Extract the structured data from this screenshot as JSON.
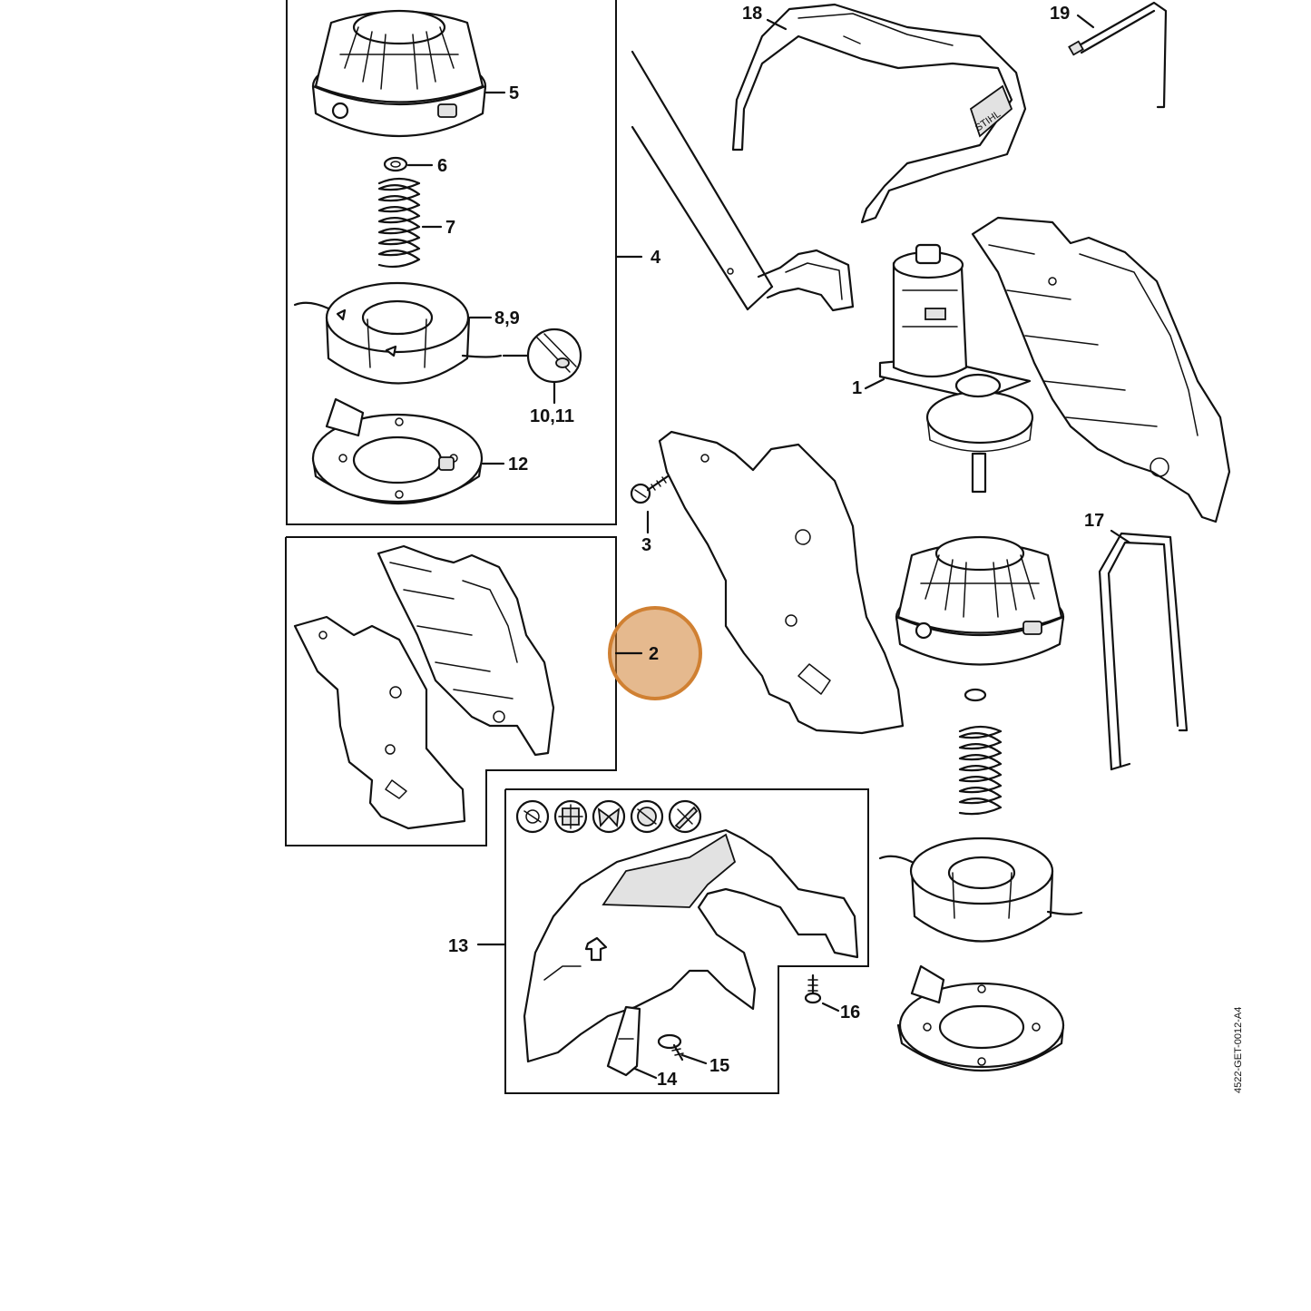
{
  "drawing_code": "4522-GET-0012-A4",
  "highlight_color": "#d08032",
  "callouts": {
    "c1": "1",
    "c2": "2",
    "c3": "3",
    "c4": "4",
    "c5": "5",
    "c6": "6",
    "c7": "7",
    "c8_9": "8,9",
    "c10_11": "10,11",
    "c12": "12",
    "c13": "13",
    "c14": "14",
    "c15": "15",
    "c16": "16",
    "c17": "17",
    "c18": "18",
    "c19": "19"
  },
  "icons": [
    "trimmer-head-icon",
    "metal-blade-icon",
    "grass-cutting-blade-icon",
    "saw-blade-icon",
    "brush-knife-icon"
  ]
}
